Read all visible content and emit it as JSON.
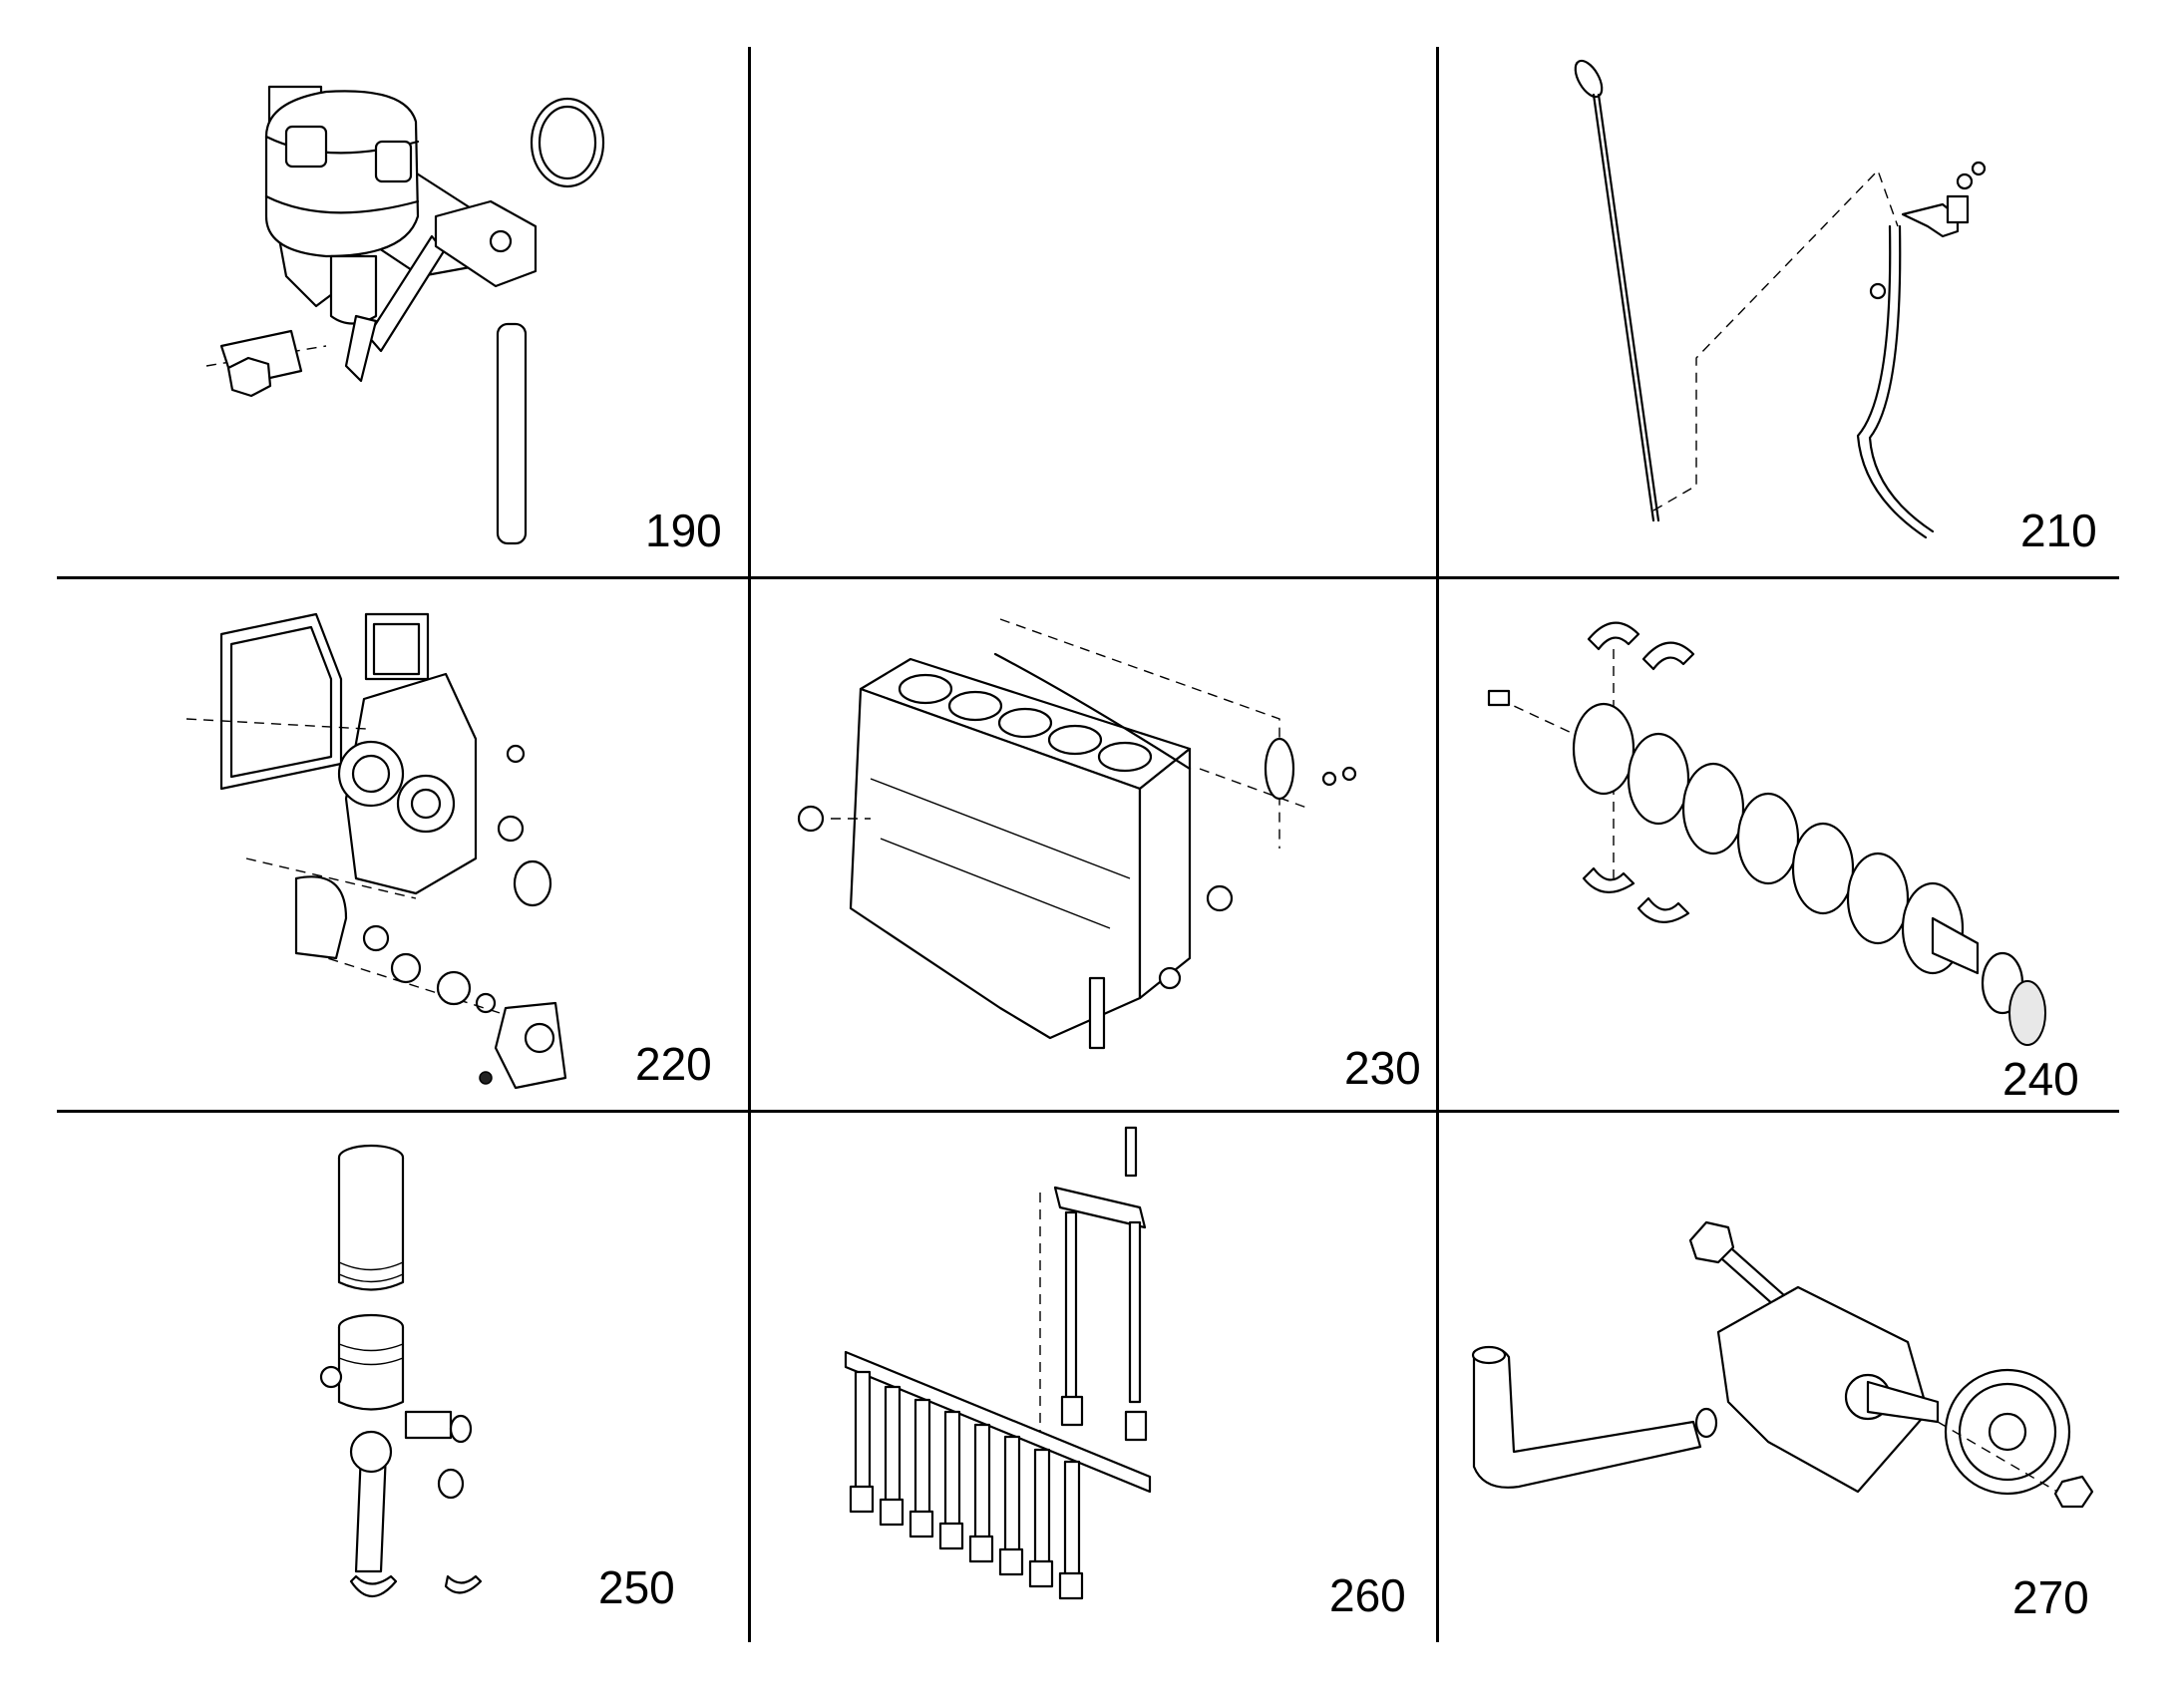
{
  "sections": [
    {
      "number": "190",
      "illustration": "fuel-pump-icon"
    },
    {
      "number": "",
      "illustration": ""
    },
    {
      "number": "210",
      "illustration": "dipstick-icon"
    },
    {
      "number": "220",
      "illustration": "timing-cover-icon"
    },
    {
      "number": "230",
      "illustration": "engine-block-icon"
    },
    {
      "number": "240",
      "illustration": "crankshaft-icon"
    },
    {
      "number": "250",
      "illustration": "piston-assembly-icon"
    },
    {
      "number": "260",
      "illustration": "valve-train-icon"
    },
    {
      "number": "270",
      "illustration": "oil-pump-icon"
    }
  ],
  "colors": {
    "line": "#000000",
    "background": "#ffffff"
  }
}
